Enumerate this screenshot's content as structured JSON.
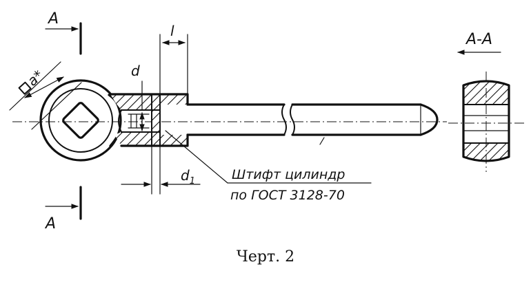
{
  "labels": {
    "section_mark_top": "A",
    "section_mark_bottom": "A",
    "section_title": "A-A",
    "dim_l": "l",
    "dim_d": "d",
    "dim_d1": "d",
    "dim_d1_sub": "1",
    "dim_a": "a*",
    "pin_note_line1": "Штифт цилиндр",
    "pin_note_line2": "по ГОСТ 3128-70"
  },
  "caption": "Черт. 2"
}
